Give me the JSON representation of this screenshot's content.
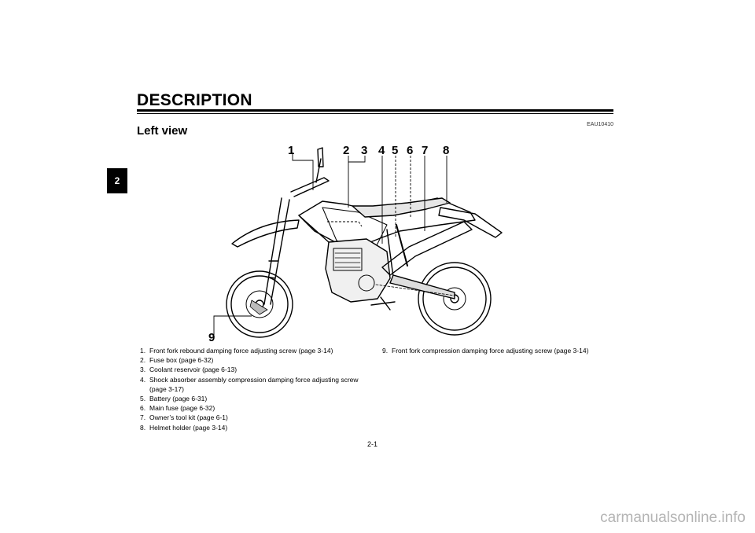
{
  "header": {
    "title": "DESCRIPTION"
  },
  "chapter_tab": "2",
  "section": {
    "title": "Left view",
    "code": "EAU10410"
  },
  "callouts": [
    "1",
    "2",
    "3",
    "4",
    "5",
    "6",
    "7",
    "8",
    "9"
  ],
  "legend_left": [
    {
      "num": "1.",
      "text": "Front fork rebound damping force adjusting screw (page 3-14)"
    },
    {
      "num": "2.",
      "text": "Fuse box (page 6-32)"
    },
    {
      "num": "3.",
      "text": "Coolant reservoir (page 6-13)"
    },
    {
      "num": "4.",
      "text": "Shock absorber assembly compression damping force adjusting screw (page 3-17)"
    },
    {
      "num": "5.",
      "text": "Battery (page 6-31)"
    },
    {
      "num": "6.",
      "text": "Main fuse (page 6-32)"
    },
    {
      "num": "7.",
      "text": "Owner’s tool kit (page 6-1)"
    },
    {
      "num": "8.",
      "text": "Helmet holder (page 3-14)"
    }
  ],
  "legend_right": [
    {
      "num": "9.",
      "text": "Front fork compression damping force adjusting screw (page 3-14)"
    }
  ],
  "page_number": "2-1",
  "watermark": "carmanualsonline.info"
}
